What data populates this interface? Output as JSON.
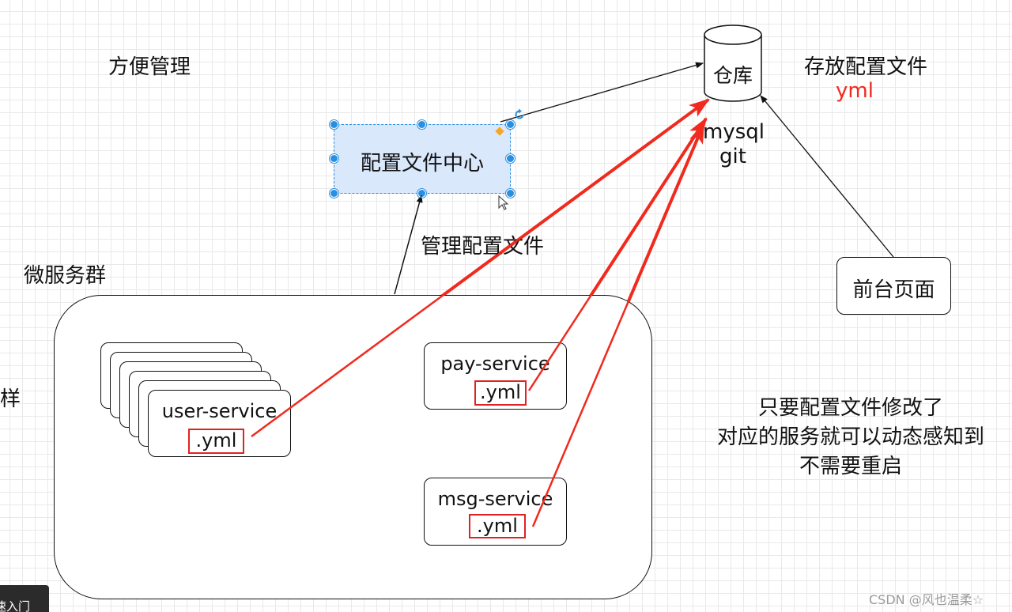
{
  "labels": {
    "convenient": "方便管理",
    "store_config": "存放配置文件",
    "yml_red": "yml",
    "manage_config": "管理配置文件",
    "microservices": "微服务群",
    "partial_left": "样",
    "note_line1": "只要配置文件修改了",
    "note_line2": "对应的服务就可以动态感知到",
    "note_line3": "不需要重启"
  },
  "nodes": {
    "repo": "仓库",
    "repo_backends": [
      "mysql",
      "git"
    ],
    "config_center": "配置文件中心",
    "frontend": "前台页面",
    "user_service": "user-service",
    "pay_service": "pay-service",
    "msg_service": "msg-service",
    "yml_suffix": ".yml"
  },
  "bottom_tab": "速入门",
  "watermark": "CSDN @风也温柔☆",
  "colors": {
    "red_arrow": "#f02a1e",
    "selection_fill": "#dae8fc",
    "handle_blue": "#2b8fe0"
  }
}
